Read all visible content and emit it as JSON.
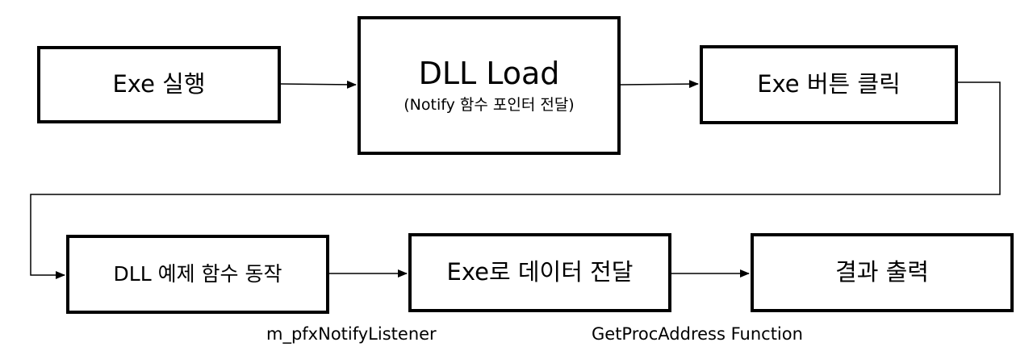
{
  "diagram": {
    "nodes": [
      {
        "id": "exe-run",
        "label": "Exe 실행"
      },
      {
        "id": "dll-load",
        "label": "DLL Load",
        "sublabel": "(Notify 함수 포인터 전달)"
      },
      {
        "id": "exe-button-click",
        "label": "Exe 버튼 클릭"
      },
      {
        "id": "dll-example-func",
        "label": "DLL 예제 함수 동작"
      },
      {
        "id": "send-to-exe",
        "label": "Exe로 데이터 전달"
      },
      {
        "id": "output-result",
        "label": "결과 출력"
      }
    ],
    "edges": [
      {
        "from": "exe-run",
        "to": "dll-load"
      },
      {
        "from": "dll-load",
        "to": "exe-button-click"
      },
      {
        "from": "exe-button-click",
        "to": "dll-example-func"
      },
      {
        "from": "dll-example-func",
        "to": "send-to-exe",
        "label": "m_pfxNotifyListener"
      },
      {
        "from": "send-to-exe",
        "to": "output-result",
        "label": "GetProcAddress Function"
      }
    ]
  },
  "colors": {
    "stroke": "#000000",
    "background": "#ffffff"
  }
}
